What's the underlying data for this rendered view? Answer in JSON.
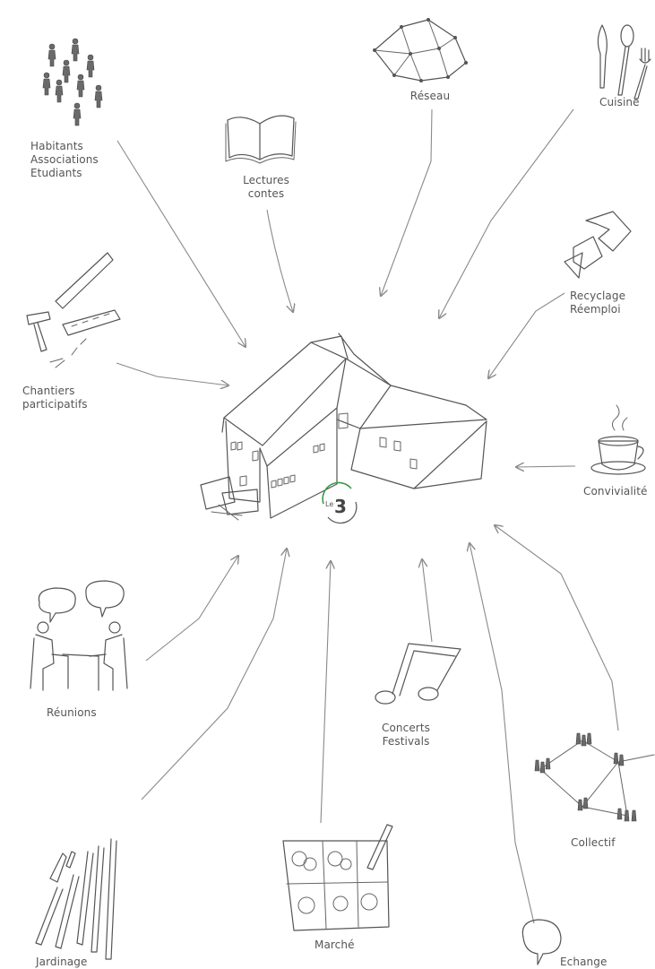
{
  "center": {
    "logo_text": "Le",
    "logo_number": "3"
  },
  "labels": {
    "habitants": [
      "Habitants",
      "Associations",
      "Etudiants"
    ],
    "lectures": [
      "Lectures",
      "contes"
    ],
    "reseau": [
      "Réseau"
    ],
    "cuisine": [
      "Cuisine"
    ],
    "recyclage": [
      "Recyclage",
      "Réemploi"
    ],
    "chantiers": [
      "Chantiers",
      "participatifs"
    ],
    "convivialite": [
      "Convivialité"
    ],
    "reunions": [
      "Réunions"
    ],
    "concerts": [
      "Concerts",
      "Festivals"
    ],
    "collectif": [
      "Collectif"
    ],
    "jardinage": [
      "Jardinage"
    ],
    "marche": [
      "Marché"
    ],
    "echange": [
      "Echange"
    ]
  },
  "colors": {
    "ink": "#555555",
    "arrow": "#8a8a8a",
    "logo_green": "#3a9a47",
    "background": "#ffffff"
  }
}
